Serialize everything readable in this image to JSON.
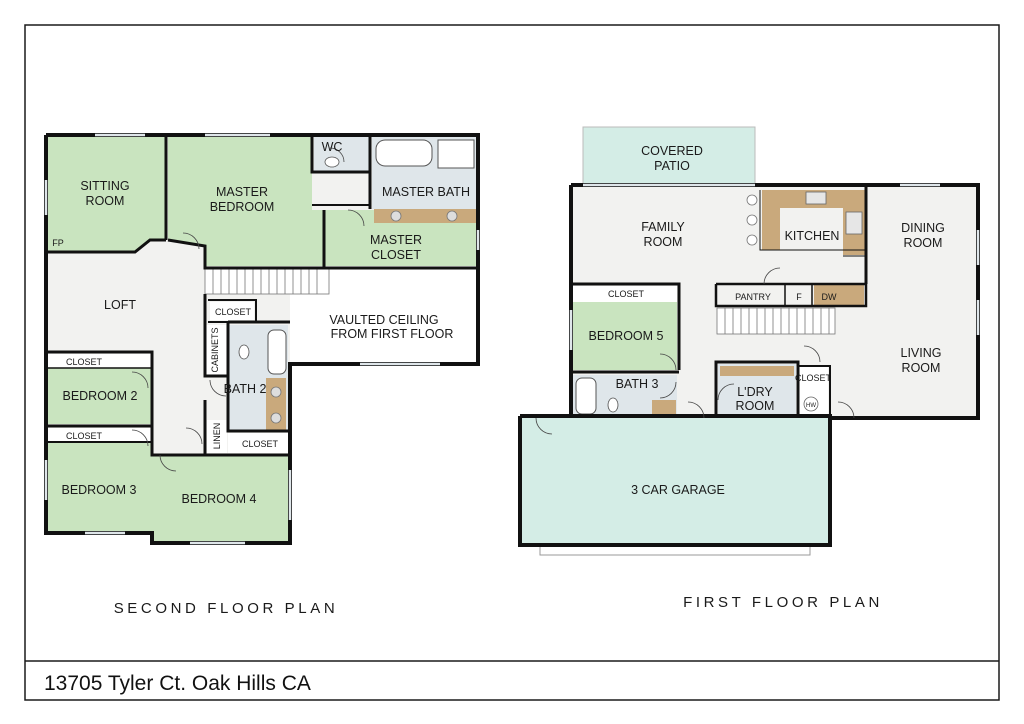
{
  "colors": {
    "room_green": "#c9e4bf",
    "patio_teal": "#d4ede6",
    "floor_gray": "#f2f2f0",
    "wall": "#111111",
    "counter": "#c9a97c"
  },
  "second_floor": {
    "title": "SECOND FLOOR PLAN",
    "rooms": {
      "sitting_room": [
        "SITTING",
        "ROOM"
      ],
      "master_bedroom": [
        "MASTER",
        "BEDROOM"
      ],
      "wc": "WC",
      "master_bath": "MASTER BATH",
      "master_closet": [
        "MASTER",
        "CLOSET"
      ],
      "fp": "FP",
      "loft": "LOFT",
      "closet_loft": "CLOSET",
      "vaulted": [
        "VAULTED CEILING",
        "FROM FIRST FLOOR"
      ],
      "cabinets": "CABINETS",
      "bath2": "BATH 2",
      "linen": "LINEN",
      "closet_bath2": "CLOSET",
      "closet_bed2": "CLOSET",
      "bedroom2": "BEDROOM 2",
      "closet_bed3": "CLOSET",
      "bedroom3": "BEDROOM 3",
      "bedroom4": "BEDROOM 4"
    }
  },
  "first_floor": {
    "title": "FIRST FLOOR PLAN",
    "rooms": {
      "covered_patio": [
        "COVERED",
        "PATIO"
      ],
      "family_room": [
        "FAMILY",
        "ROOM"
      ],
      "kitchen": "KITCHEN",
      "dining_room": [
        "DINING",
        "ROOM"
      ],
      "closet_bed5": "CLOSET",
      "pantry": "PANTRY",
      "fridge": "F",
      "dishwasher": "DW",
      "bedroom5": "BEDROOM 5",
      "living_room": [
        "LIVING",
        "ROOM"
      ],
      "bath3": "BATH 3",
      "laundry": [
        "L'DRY",
        "ROOM"
      ],
      "closet_laundry": "CLOSET",
      "water_heater": "HW",
      "garage": "3 CAR GARAGE"
    }
  },
  "address": "13705 Tyler Ct. Oak Hills CA"
}
